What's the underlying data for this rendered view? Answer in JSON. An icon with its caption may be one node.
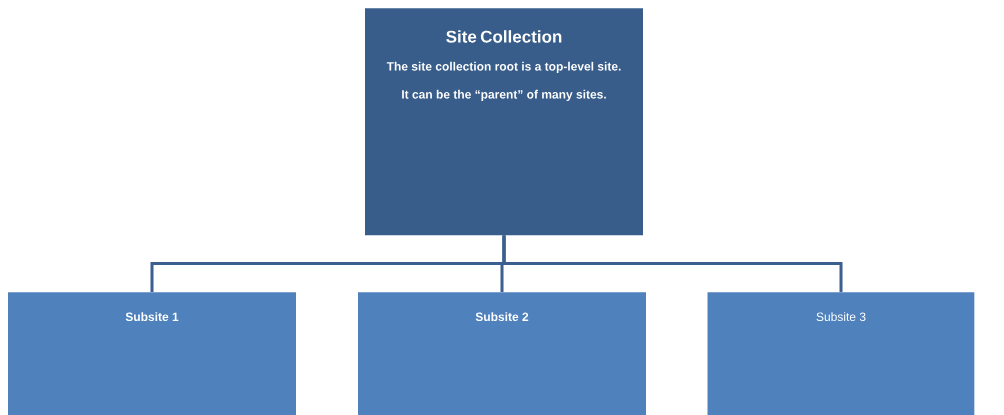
{
  "diagram": {
    "nodes": [
      {
        "text": [
          "Site Collection",
          "The site collection root is a top-level site.",
          "It can be the “parent” of many sites."
        ]
      },
      {
        "text": [
          "Subsite 1"
        ]
      },
      {
        "text": [
          "Subsite 2"
        ]
      },
      {
        "text": [
          "Subsite 3"
        ]
      }
    ],
    "edges": [
      {
        "from": 0,
        "to": 1,
        "arrow": "none"
      },
      {
        "from": 0,
        "to": 2,
        "arrow": "none"
      },
      {
        "from": 0,
        "to": 3,
        "arrow": "none"
      }
    ]
  }
}
